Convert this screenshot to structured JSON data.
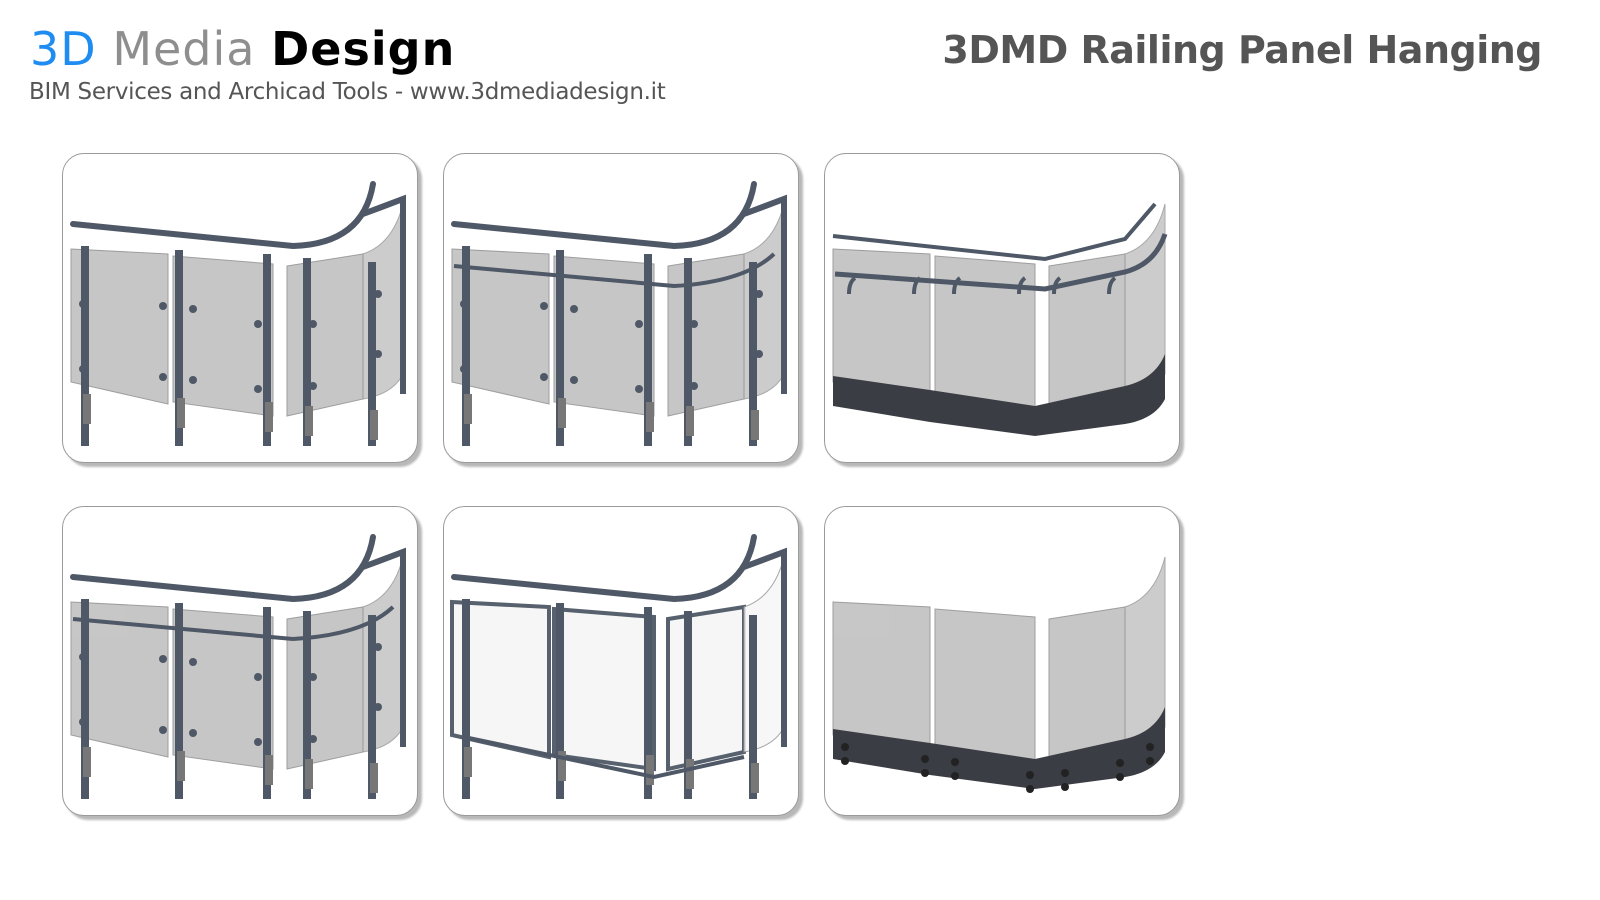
{
  "header": {
    "logo": {
      "part1": "3D",
      "part2": "Media",
      "part3": "Design",
      "colors": {
        "part1": "#1e8cf0",
        "part2": "#8e8e8e",
        "part3": "#000000"
      }
    },
    "tagline": "BIM Services and Archicad Tools - www.3dmediadesign.it",
    "title": "3DMD Railing Panel Hanging"
  },
  "gallery": [
    {
      "variant": "posts-top-rail-point-fixed-glass"
    },
    {
      "variant": "posts-top-and-mid-rail-point-fixed-glass"
    },
    {
      "variant": "glass-on-base-channel-wall-handrail"
    },
    {
      "variant": "posts-top-and-mid-rail-point-fixed-glass-alt"
    },
    {
      "variant": "framed-white-panels-on-posts"
    },
    {
      "variant": "frameless-glass-bolted-base-channel"
    }
  ]
}
